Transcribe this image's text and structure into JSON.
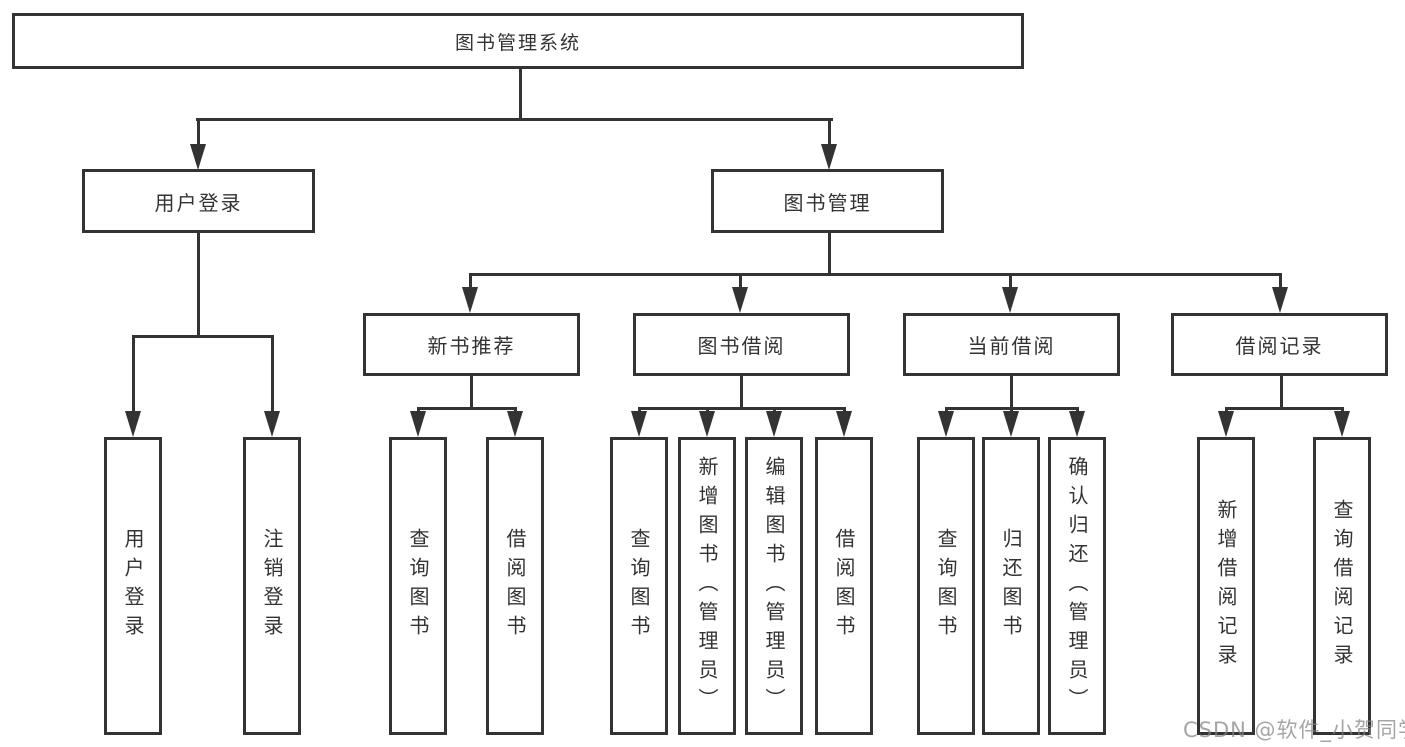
{
  "diagram": {
    "root": {
      "label": "图书管理系统"
    },
    "branches": {
      "user_login": {
        "label": "用户登录",
        "children": {
          "login": "用户登录",
          "logout": "注销登录"
        }
      },
      "book_manage": {
        "label": "图书管理",
        "children": {
          "new_book": {
            "label": "新书推荐",
            "children": {
              "query": "查询图书",
              "borrow": "借阅图书"
            }
          },
          "book_borrow": {
            "label": "图书借阅",
            "children": {
              "query": "查询图书",
              "add": "新增图书（管理员）",
              "edit": "编辑图书（管理员）",
              "borrow": "借阅图书"
            }
          },
          "current_borrow": {
            "label": "当前借阅",
            "children": {
              "query": "查询图书",
              "return": "归还图书",
              "confirm": "确认归还（管理员）"
            }
          },
          "borrow_record": {
            "label": "借阅记录",
            "children": {
              "add": "新增借阅记录",
              "query": "查询借阅记录"
            }
          }
        }
      }
    }
  },
  "watermark": {
    "text": "CSDN @软件_小贺同学"
  },
  "colors": {
    "line": "#333333",
    "text": "#333333",
    "background": "#ffffff",
    "watermark_gray": "#828282"
  }
}
